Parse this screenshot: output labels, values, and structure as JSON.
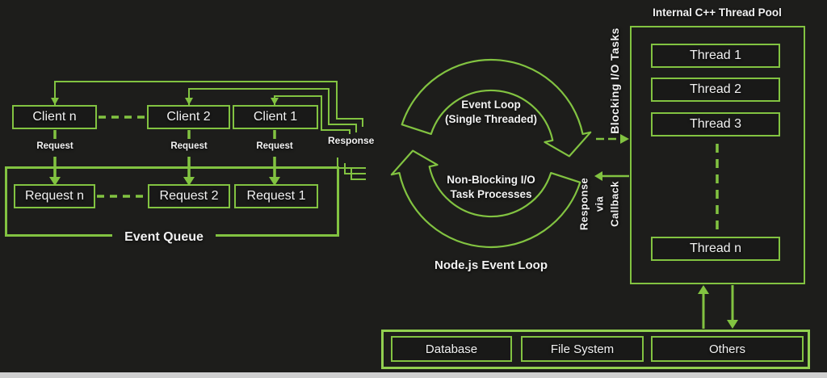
{
  "colors": {
    "background": "#1d1d1b",
    "green": "#82c341",
    "green_bright": "#92d050",
    "text": "#f2f2f2"
  },
  "clients": {
    "boxes": [
      "Client n",
      "Client 2",
      "Client 1"
    ],
    "request_label": "Request",
    "response_label": "Response"
  },
  "event_queue": {
    "label": "Event Queue",
    "boxes": [
      "Request n",
      "Request 2",
      "Request 1"
    ]
  },
  "event_loop": {
    "top_label_lines": [
      "Event Loop",
      "(Single Threaded)"
    ],
    "bottom_label_lines": [
      "Non-Blocking I/O",
      "Task Processes"
    ],
    "caption": "Node.js Event Loop"
  },
  "thread_pool": {
    "title": "Internal C++ Thread Pool",
    "threads": [
      "Thread 1",
      "Thread 2",
      "Thread 3",
      "Thread n"
    ],
    "blocking_label": "Blocking I/O Tasks",
    "callback_label_lines": [
      "Response",
      "via",
      "Callback"
    ]
  },
  "resources": {
    "boxes": [
      "Database",
      "File System",
      "Others"
    ]
  }
}
